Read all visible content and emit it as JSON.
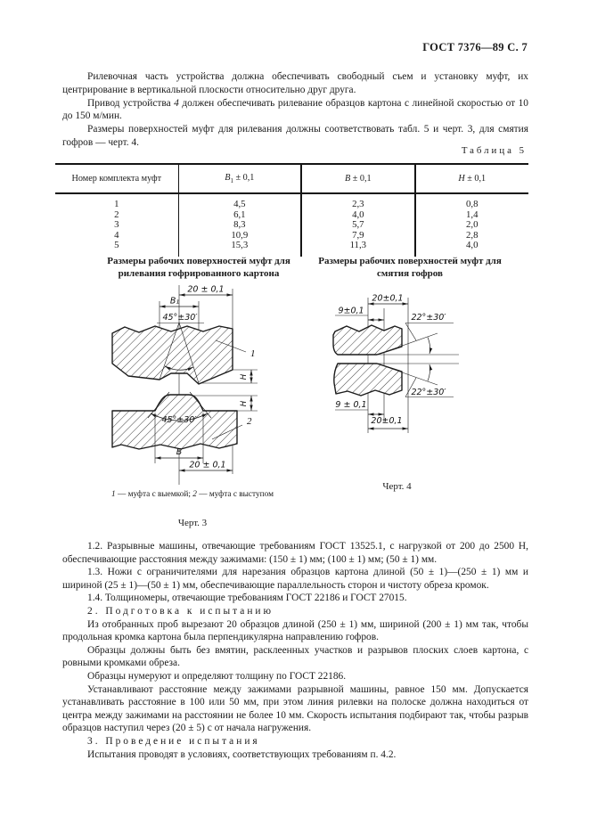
{
  "page": {
    "header": "ГОСТ 7376—89 С. 7"
  },
  "intro": {
    "p1": "Рилевочная часть устройства должна обеспечивать свободный съем и установку муфт, их центрирование в вертикальной плоскости относительно друг друга.",
    "p2_pre": "Привод устройства ",
    "p2_num": "4",
    "p2_post": " должен обеспечивать рилевание образцов картона с линейной скоростью от 10 до 150  м/мин.",
    "p3": "Размеры поверхностей муфт для рилевания должны соответствовать табл. 5 и черт. 3, для смятия гофров — черт. 4."
  },
  "table5": {
    "caption": "Таблица 5",
    "headers": {
      "c1": "Номер комплекта муфт",
      "c2": {
        "base": "B",
        "sub": "1",
        "tol": " ± 0,1"
      },
      "c3": {
        "base": "B",
        "tol": " ± 0,1"
      },
      "c4": {
        "base": "H",
        "tol": " ± 0,1"
      }
    },
    "rows": [
      [
        "1",
        "4,5",
        "2,3",
        "0,8"
      ],
      [
        "2",
        "6,1",
        "4,0",
        "1,4"
      ],
      [
        "3",
        "8,3",
        "5,7",
        "2,0"
      ],
      [
        "4",
        "10,9",
        "7,9",
        "2,8"
      ],
      [
        "5",
        "15,3",
        "11,3",
        "4,0"
      ]
    ]
  },
  "fig3": {
    "title": "Размеры рабочих поверхностей муфт для рилевания гофрированного картона",
    "dim_20_top": "20 ± 0,1",
    "dim_b1": "B₁",
    "angle_top": "45°±30′",
    "angle_bottom": "45°±30′",
    "label_1": "1",
    "label_2": "2",
    "dim_h_top": "H",
    "dim_h_bottom": "H",
    "dim_b": "B",
    "dim_20_bottom": "20 ± 0,1",
    "caption_n1": "1",
    "caption_t1": " — муфта с выемкой; ",
    "caption_n2": "2",
    "caption_t2": " — муфта с выступом",
    "figno": "Черт. 3"
  },
  "fig4": {
    "title": "Размеры рабочих поверхностей муфт для смятия гофров",
    "dim_20_top": "20±0,1",
    "dim_9_top": "9±0,1",
    "angle_top": "22°±30′",
    "angle_bottom": "22°±30′",
    "dim_9_bottom": "9 ± 0,1",
    "dim_20_bottom": "20±0,1",
    "figno": "Черт. 4"
  },
  "sections": {
    "s12": "1.2. Разрывные машины, отвечающие требованиям ГОСТ 13525.1, с нагрузкой от 200 до 2500 Н, обеспечивающие расстояния между зажимами: (150 ± 1) мм; (100 ± 1) мм; (50 ± 1) мм.",
    "s13": "1.3. Ножи с ограничителями для нарезания образцов картона длиной (50 ± 1)—(250 ± 1) мм и шириной (25 ± 1)—(50 ± 1) мм, обеспечивающие параллельность сторон и чистоту обреза кромок.",
    "s14": "1.4. Толщиномеры, отвечающие требованиям ГОСТ 22186 и ГОСТ 27015.",
    "h2": "2. Подготовка к испытанию",
    "p21": "Из отобранных проб вырезают 20 образцов длиной (250 ± 1) мм, шириной (200 ± 1) мм так, чтобы продольная кромка картона была перпендикулярна направлению гофров.",
    "p22": "Образцы должны быть без вмятин, расклеенных участков и разрывов плоских слоев картона, с ровными кромками обреза.",
    "p23": "Образцы нумеруют и определяют толщину по ГОСТ 22186.",
    "p24": "Устанавливают расстояние между зажимами разрывной машины, равное 150 мм. Допускается устанавливать расстояние в 100 или 50 мм, при этом линия рилевки на полоске должна находиться от центра между зажимами на расстоянии не более 10 мм. Скорость испытания подбирают так, чтобы разрыв образцов наступил через (20 ± 5) с от начала нагружения.",
    "h3": "3. Проведение испытания",
    "p31": "Испытания проводят в условиях, соответствующих требованиям п. 4.2."
  }
}
